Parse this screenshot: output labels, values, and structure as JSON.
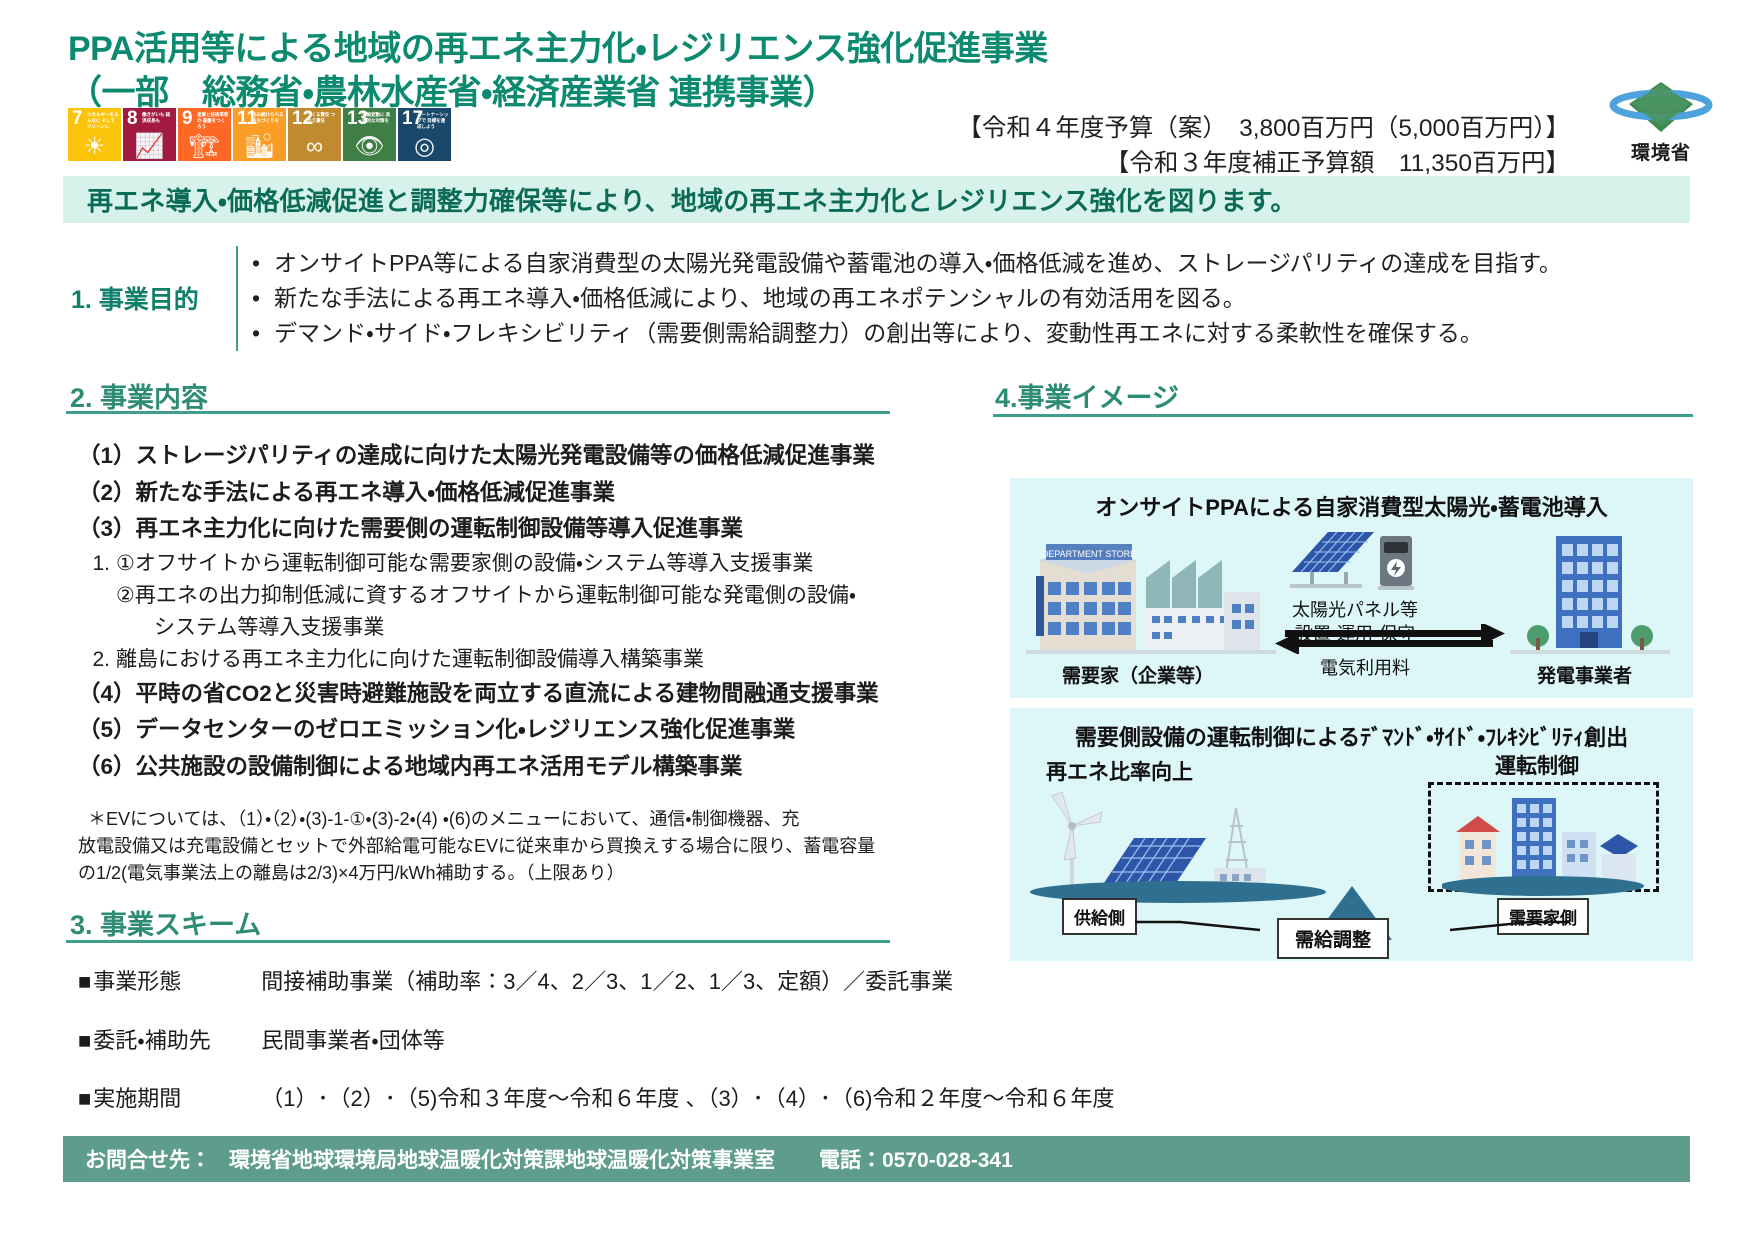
{
  "header": {
    "title_line1": "PPA活用等による地域の再エネ主力化・レジリエンス強化促進事業",
    "title_line2": "（一部　総務省・農林水産省・経済産業省 連携事業）",
    "budget_line1": "【令和４年度予算（案）　3,800百万円（5,000百万円）】",
    "budget_line2": "【令和３年度補正予算額　11,350百万円】",
    "ministry_name": "環境省"
  },
  "sdg_icons": [
    {
      "num": "7",
      "caption": "エネルギーをみんなに そしてクリーンに",
      "color": "#fcc30b",
      "glyph": "☀"
    },
    {
      "num": "8",
      "caption": "働きがいも 経済成長も",
      "color": "#a21942",
      "glyph": "📈"
    },
    {
      "num": "9",
      "caption": "産業と技術革新の 基盤をつくろう",
      "color": "#fd6925",
      "glyph": "🏗"
    },
    {
      "num": "11",
      "caption": "住み続けられる まちづくりを",
      "color": "#f99d26",
      "glyph": "🏙"
    },
    {
      "num": "12",
      "caption": "つくる責任 つかう責任",
      "color": "#bf8b2e",
      "glyph": "∞"
    },
    {
      "num": "13",
      "caption": "気候変動に 具体的な対策を",
      "color": "#3f7e44",
      "glyph": "👁"
    },
    {
      "num": "17",
      "caption": "パートナーシップで 目標を達成しよう",
      "color": "#19486a",
      "glyph": "◎"
    }
  ],
  "banner": {
    "text": "再エネ導入・価格低減促進と調整力確保等により、地域の再エネ主力化とレジリエンス強化を図ります。"
  },
  "section1": {
    "label": "1. 事業目的",
    "bullet": "•",
    "items": [
      "オンサイトPPA等による自家消費型の太陽光発電設備や蓄電池の導入・価格低減を進め、ストレージパリティの達成を目指す。",
      "新たな手法による再エネ導入・価格低減により、地域の再エネポテンシャルの有効活用を図る。",
      "デマンド・サイド・フレキシビリティ（需要側需給調整力）の創出等により、変動性再エネに対する柔軟性を確保する。"
    ]
  },
  "section2": {
    "heading": "2. 事業内容",
    "items": [
      "（1）ストレージパリティの達成に向けた太陽光発電設備等の価格低減促進事業",
      "（2）新たな手法による再エネ導入・価格低減促進事業",
      "（3）再エネ主力化に向けた需要側の運転制御設備等導入促進事業"
    ],
    "sub_items": [
      {
        "marker": "1.",
        "text": "①オフサイトから運転制御可能な需要家側の設備・システム等導入支援事業"
      },
      {
        "marker": "",
        "text": "②再エネの出力抑制低減に資するオフサイトから運転制御可能な発電側の設備・"
      },
      {
        "marker": "",
        "text": "システム等導入支援事業",
        "extra_indent": true
      },
      {
        "marker": "2.",
        "text": "離島における再エネ主力化に向けた運転制御設備導入構築事業"
      }
    ],
    "items2": [
      "（4）平時の省CO2と災害時避難施設を両立する直流による建物間融通支援事業",
      "（5）データセンターのゼロエミッション化・レジリエンス強化促進事業",
      "（6）公共施設の設備制御による地域内再エネ活用モデル構築事業"
    ],
    "note_lines": [
      "＊EVについては、（1）・（2）・(3)-1-①・(3)-2・(4) ・(6)のメニューにおいて、通信・制御機器、充",
      "放電設備又は充電設備とセットで外部給電可能なEVに従来車から買換えする場合に限り、蓄電容量",
      "の1/2(電気事業法上の離島は2/3)×4万円/kWh補助する。（上限あり）"
    ]
  },
  "section3": {
    "heading": "3. 事業スキーム",
    "rows": [
      {
        "square": "■",
        "key": "事業形態",
        "value": "間接補助事業（補助率：3／4、2／3、1／2、1／3、定額）／委託事業"
      },
      {
        "square": "■",
        "key": "委託・補助先",
        "value": "民間事業者・団体等"
      },
      {
        "square": "■",
        "key": "実施期間",
        "value": "（1）･（2）･（5)令和３年度～令和６年度 、（3）･（4）･（6)令和２年度～令和６年度"
      }
    ]
  },
  "section4": {
    "heading": "4.事業イメージ",
    "panel1": {
      "title": "オンサイトPPAによる自家消費型太陽光・蓄電池導入",
      "label_left": "需要家（企業等）",
      "label_right": "発電事業者",
      "arrow_top_caption_line1": "太陽光パネル等",
      "arrow_top_caption_line2": "設置・運用・保守",
      "arrow_bottom_caption": "電気利用料"
    },
    "panel2": {
      "title": "需要側設備の運転制御によるﾃﾞﾏﾝﾄﾞ・ｻｲﾄﾞ・ﾌﾚｷｼﾋﾞﾘﾃｨ創出",
      "label_left": "再エネ比率向上",
      "label_right": "運転制御",
      "box_supply": "供給側",
      "box_balance": "需給調整",
      "box_demand": "需要家側"
    }
  },
  "footer": {
    "contact_label": "お問合せ先：",
    "contact_office": "環境省地球環境局地球温暖化対策課地球温暖化対策事業室",
    "tel": "電話：0570-028-341"
  },
  "colors": {
    "accent_green": "#2e8b74",
    "title_green": "#0b8a6f",
    "banner_bg": "#d7f2ea",
    "banner_text": "#0b6b57",
    "footer_bg": "#5e9d8b",
    "panel_bg": "#ddf6f8"
  }
}
